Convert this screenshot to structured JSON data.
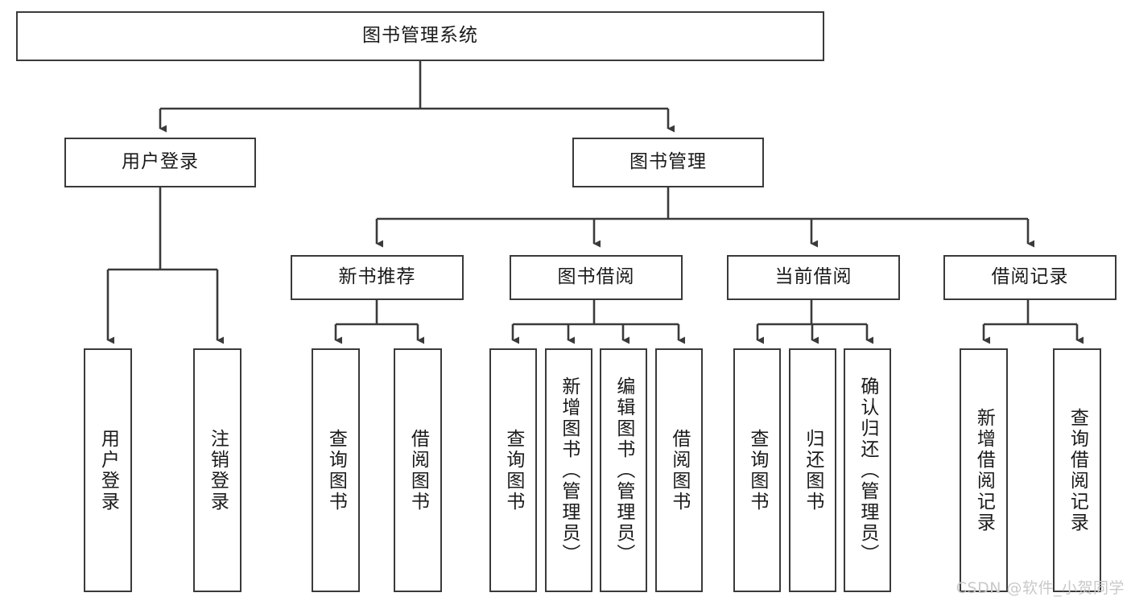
{
  "diagram": {
    "title": "图书管理系统",
    "type": "tree-hierarchy-diagram",
    "watermark": "CSDN @软件_小贺同学",
    "colors": {
      "background": "#ffffff",
      "box_border": "#3a3a3a",
      "box_fill": "#ffffff",
      "text": "#1a1a1a",
      "connector": "#3a3a3a",
      "watermark": "#c9c9c9"
    },
    "nodes": {
      "root": {
        "label": "图书管理系统"
      },
      "level2": [
        {
          "id": "user-login",
          "label": "用户登录"
        },
        {
          "id": "book-management",
          "label": "图书管理"
        }
      ],
      "level3": [
        {
          "id": "new-book-recommend",
          "label": "新书推荐"
        },
        {
          "id": "book-borrow",
          "label": "图书借阅"
        },
        {
          "id": "current-borrow",
          "label": "当前借阅"
        },
        {
          "id": "borrow-record",
          "label": "借阅记录"
        }
      ],
      "leaves": {
        "user_login": [
          {
            "id": "leaf-user-login",
            "label": "用户登录"
          },
          {
            "id": "leaf-logout-login",
            "label": "注销登录"
          }
        ],
        "new_book_recommend": [
          {
            "id": "leaf-query-book-1",
            "label": "查询图书"
          },
          {
            "id": "leaf-borrow-book-1",
            "label": "借阅图书"
          }
        ],
        "book_borrow": [
          {
            "id": "leaf-query-book-2",
            "label": "查询图书"
          },
          {
            "id": "leaf-add-book",
            "label": "新增图书（管理员）"
          },
          {
            "id": "leaf-edit-book",
            "label": "编辑图书（管理员）"
          },
          {
            "id": "leaf-borrow-book-2",
            "label": "借阅图书"
          }
        ],
        "current_borrow": [
          {
            "id": "leaf-query-book-3",
            "label": "查询图书"
          },
          {
            "id": "leaf-return-book",
            "label": "归还图书"
          },
          {
            "id": "leaf-confirm-return",
            "label": "确认归还（管理员）"
          }
        ],
        "borrow_record": [
          {
            "id": "leaf-add-borrow-record",
            "label": "新增借阅记录"
          },
          {
            "id": "leaf-query-borrow-record",
            "label": "查询借阅记录"
          }
        ]
      }
    }
  }
}
